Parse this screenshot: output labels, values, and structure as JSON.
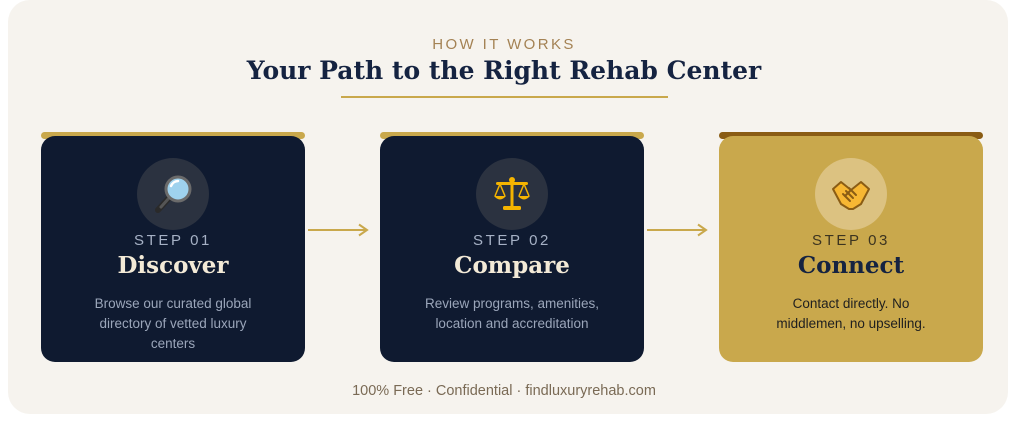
{
  "header": {
    "eyebrow": "HOW IT WORKS",
    "title": "Your Path to the Right Rehab Center"
  },
  "steps": [
    {
      "label": "STEP 01",
      "title": "Discover",
      "description": "Browse our curated global directory of vetted luxury centers",
      "icon": "magnifying-glass-icon"
    },
    {
      "label": "STEP 02",
      "title": "Compare",
      "description": "Review programs, amenities, location and accreditation",
      "icon": "balance-scale-icon"
    },
    {
      "label": "STEP 03",
      "title": "Connect",
      "description": "Contact directly. No middlemen, no upselling.",
      "icon": "handshake-icon"
    }
  ],
  "footer": {
    "text": "100% Free · Confidential · findluxuryrehab.com"
  },
  "colors": {
    "panel_bg": "#f6f3ee",
    "navy": "#0f1a30",
    "gold": "#c9a84c",
    "gold_dark": "#8a5c14",
    "title_text": "#152341"
  }
}
